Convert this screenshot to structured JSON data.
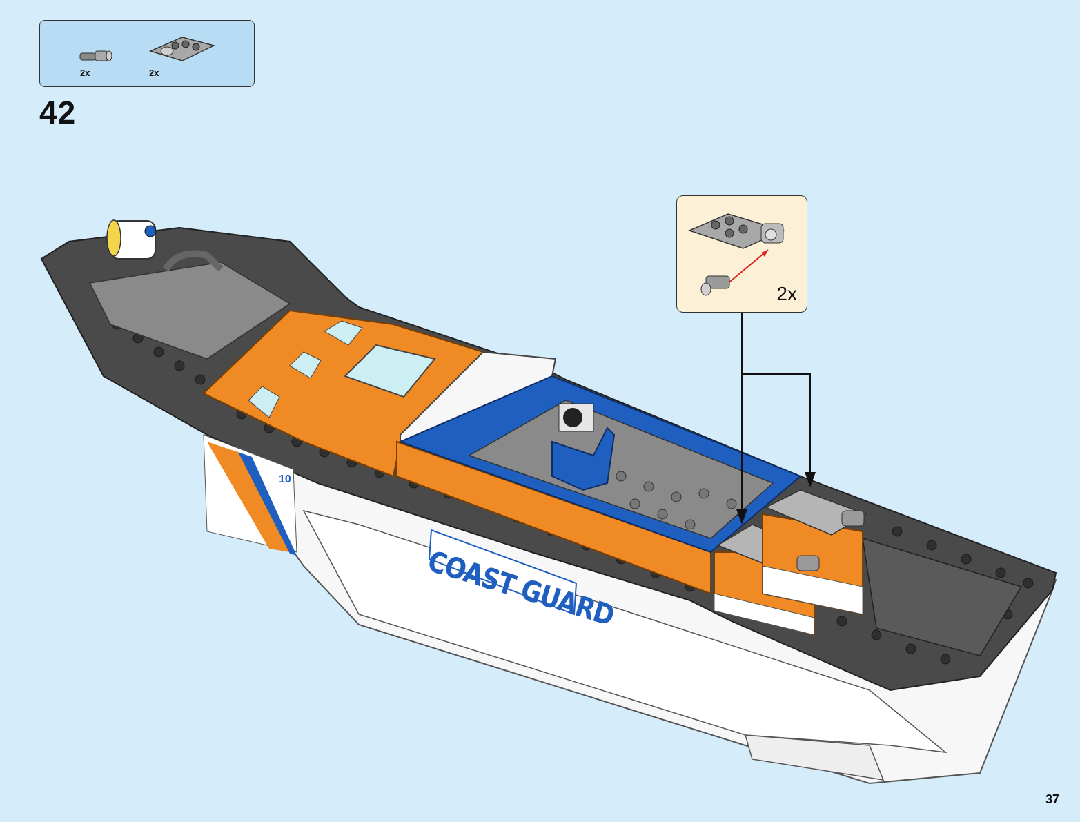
{
  "parts_list": {
    "items": [
      {
        "name": "pin-connector",
        "quantity": "2x"
      },
      {
        "name": "clip-plate-2x3",
        "quantity": "2x"
      }
    ]
  },
  "step": {
    "number": "42"
  },
  "callout": {
    "quantity": "2x"
  },
  "model": {
    "hull_text": "COAST GUARD",
    "hull_number": "10"
  },
  "page": {
    "number": "37"
  },
  "colors": {
    "background": "#d5ecfb",
    "parts_box": "#b9dcf5",
    "callout_box": "#fcf1d6",
    "orange": "#f08a24",
    "blue": "#1f5fbf",
    "dark_grey": "#4a4a4a",
    "white_hull": "#f7f7f7"
  }
}
